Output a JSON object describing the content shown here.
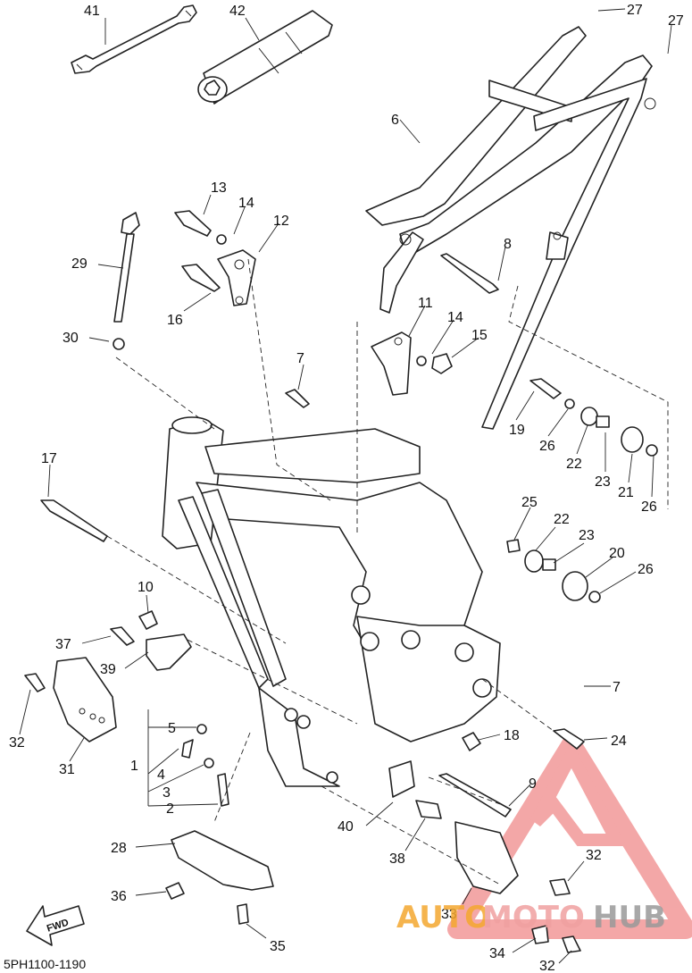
{
  "diagram": {
    "code": "5PH1100-1190",
    "fwd_label": "FWD",
    "labels": [
      "41",
      "42",
      "27",
      "27",
      "6",
      "13",
      "14",
      "12",
      "29",
      "16",
      "8",
      "30",
      "11",
      "14",
      "15",
      "7",
      "19",
      "26",
      "22",
      "23",
      "21",
      "26",
      "17",
      "25",
      "22",
      "23",
      "20",
      "26",
      "10",
      "37",
      "39",
      "32",
      "31",
      "5",
      "4",
      "3",
      "2",
      "1",
      "7",
      "24",
      "18",
      "9",
      "40",
      "28",
      "38",
      "32",
      "36",
      "33",
      "35",
      "34",
      "32"
    ]
  },
  "watermark": {
    "text_a": "AUTO",
    "text_b": "MOTO",
    "text_c": "HUB",
    "colors": {
      "auto": "#f4a830",
      "moto": "#f0a0a0",
      "hub": "#9a9a9a",
      "triangle": "#f08a8a"
    }
  }
}
